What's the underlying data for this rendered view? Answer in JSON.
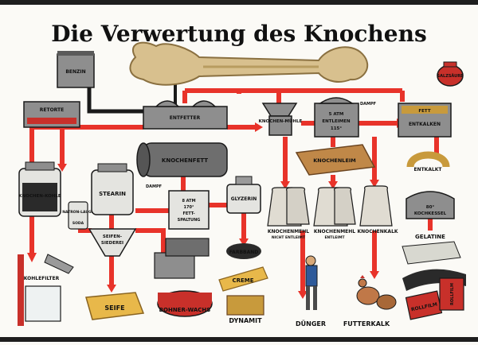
{
  "title": "Die Verwertung des Knochens",
  "nodes": {
    "benzin": "BENZIN",
    "retorte": "RETORTE",
    "entfetter": "ENTFETTER",
    "muehle": "KNOCHEN-MÜHLE",
    "dampf_top": "DAMPF",
    "entleimen_atm": "5 ATM",
    "entleimen": "ENTLEIMEN",
    "entleimen_temp": "115°",
    "fett": "FETT",
    "entkalken": "ENTKALKEN",
    "salzsaeure": "SALZSÄURE",
    "knochenfett": "KNOCHENFETT",
    "knochenleim": "KNOCHENLEIM",
    "dampf_mid": "DAMPF",
    "spaltung_atm": "8 ATM",
    "spaltung_temp": "170°",
    "spaltung_fett": "FETT-",
    "spaltung": "SPALTUNG",
    "glyzerin": "GLYZERIN",
    "knochenkohle": "KNOCHEN-KOHLE",
    "natronlauge": "NATRON-LAUGE",
    "soda": "SODA",
    "stearin": "STEARIN",
    "entkalkt": "ENTKALKT",
    "kochkessel_temp": "80°",
    "kochkessel": "KOCHKESSEL",
    "gelatine": "GELATINE",
    "mehl_a": "KNOCHENMEHL",
    "mehl_a_sub": "NICHT ENTLEIMT",
    "mehl_b": "KNOCHENMEHL",
    "mehl_b_sub": "ENTLEIMT",
    "knochenkalk": "KNOCHENKALK",
    "farbband": "FARBBAND",
    "seifensiederei_a": "SEIFEN-",
    "seifensiederei_b": "SIEDEREI",
    "kohlefilter": "KOHLEFILTER",
    "seife": "SEIFE",
    "bohnerwachs": "BOHNER-WACHS",
    "creme": "CREME",
    "dynamit": "DYNAMIT",
    "duenger": "DÜNGER",
    "futterkalk": "FUTTERKALK",
    "rollfilm_a": "ROLLFILM",
    "rollfilm_b": "ROLLFILM"
  },
  "colors": {
    "flow": "#e8332a",
    "machine": "#8e8e8e",
    "bone": "#d8c08e",
    "background": "#fbfaf6",
    "outline": "#1a1a1a"
  }
}
